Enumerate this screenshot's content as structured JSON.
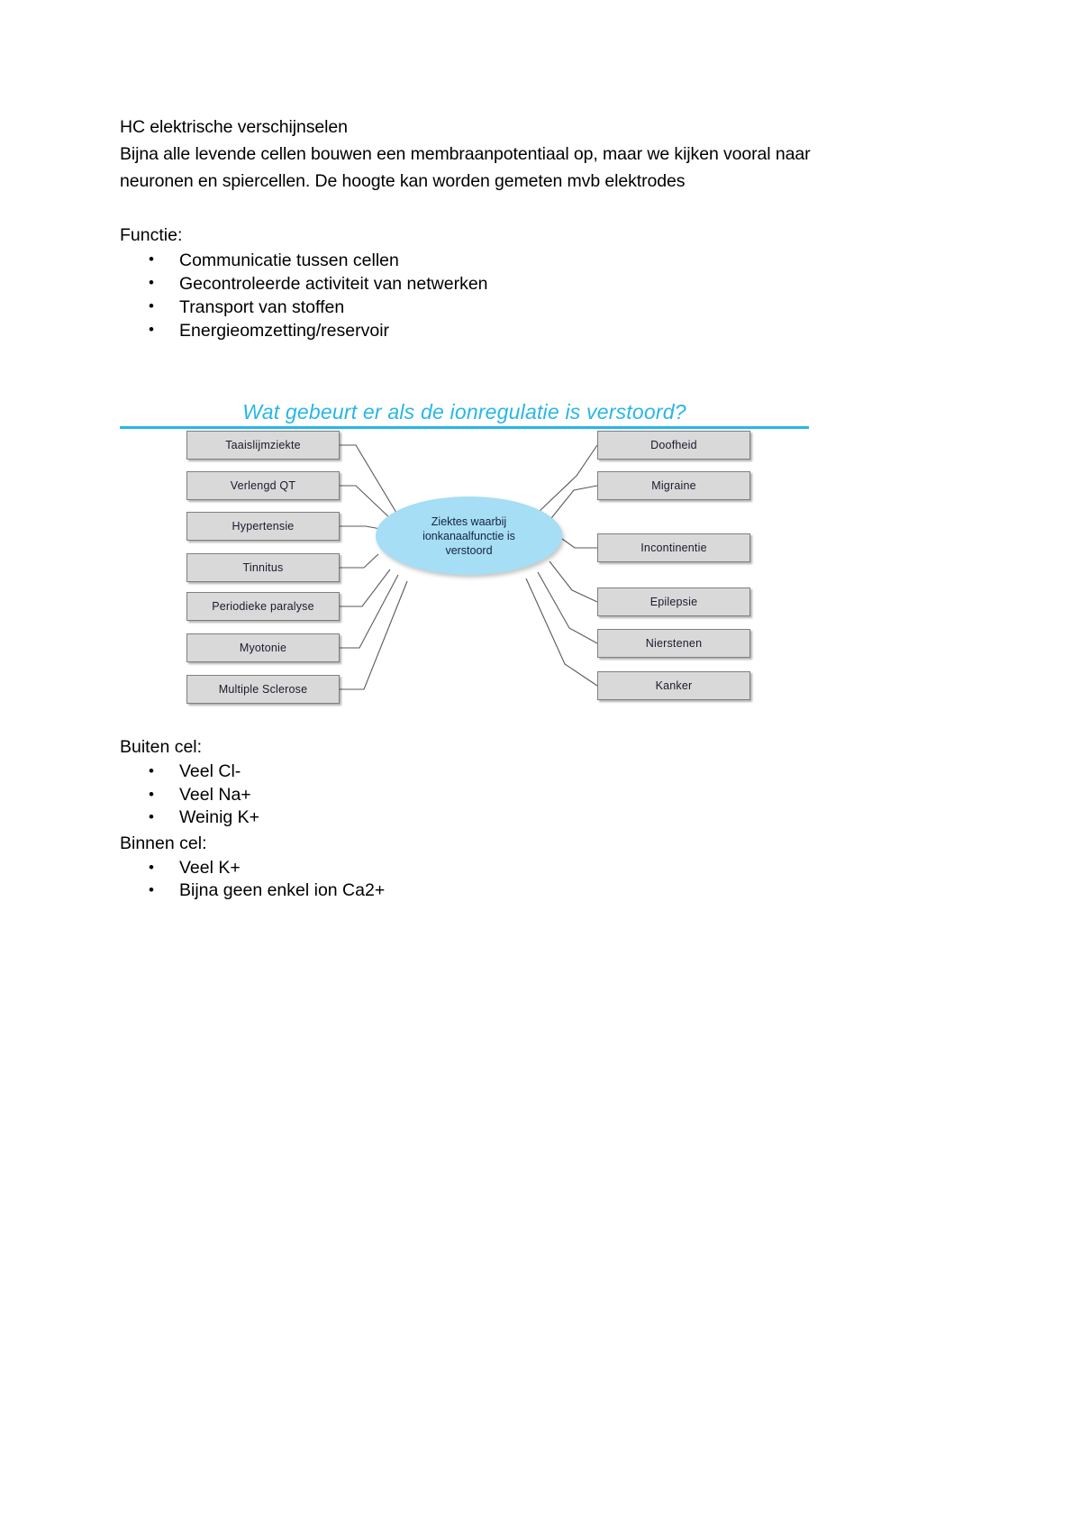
{
  "document": {
    "title": "HC elektrische verschijnselen",
    "intro": "Bijna alle levende cellen bouwen een membraanpotentiaal op, maar we kijken vooral naar neuronen en spiercellen. De hoogte kan worden gemeten mvb elektrodes",
    "functie_label": "Functie:",
    "functie_items": [
      "Communicatie tussen cellen",
      "Gecontroleerde activiteit van netwerken",
      "Transport van stoffen",
      "Energieomzetting/reservoir"
    ],
    "heading": "Wat gebeurt er als de ionregulatie is verstoord?",
    "heading_color": "#29B6E8",
    "buiten_cel_label": "Buiten cel:",
    "buiten_cel_items": [
      "Veel Cl-",
      "Veel Na+",
      "Weinig K+"
    ],
    "binnen_cel_label": "Binnen cel:",
    "binnen_cel_items": [
      "Veel K+",
      "Bijna geen enkel ion Ca2+"
    ]
  },
  "diagram": {
    "center": {
      "line1": "Ziektes waarbij",
      "line2": "ionkanaalfunctie is",
      "line3": "verstoord",
      "fill": "#A5DEF5"
    },
    "box_fill": "#D9D9D9",
    "box_border": "#7F7F7F",
    "left_nodes": [
      "Taaislijmziekte",
      "Verlengd QT",
      "Hypertensie",
      "Tinnitus",
      "Periodieke paralyse",
      "Myotonie",
      "Multiple Sclerose"
    ],
    "right_nodes": [
      "Doofheid",
      "Migraine",
      "Incontinentie",
      "Epilepsie",
      "Nierstenen",
      "Kanker"
    ]
  }
}
